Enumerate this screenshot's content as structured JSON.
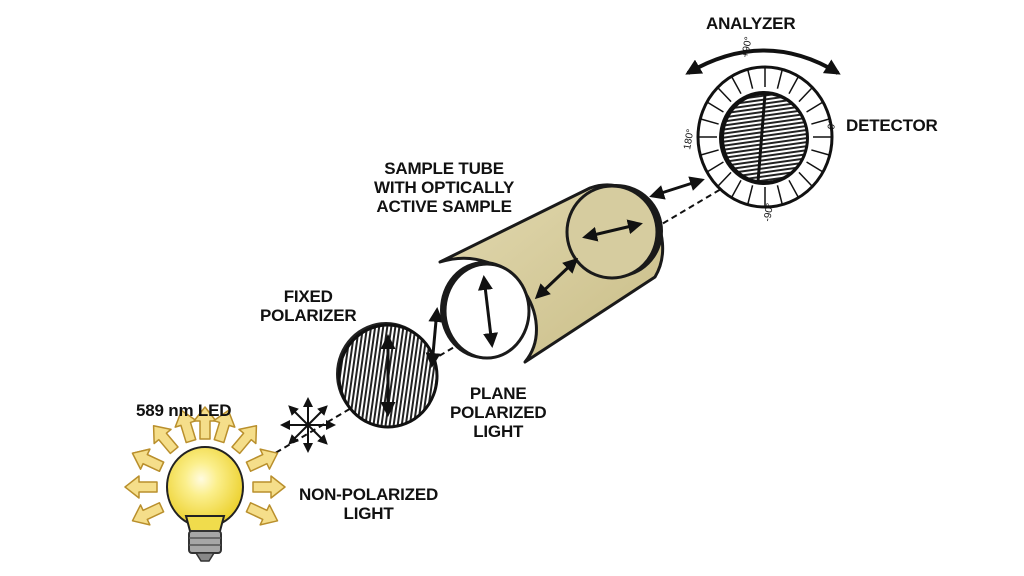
{
  "labels": {
    "analyzer": "ANALYZER",
    "detector": "DETECTOR",
    "sample_tube": [
      "SAMPLE TUBE",
      "WITH OPTICALLY",
      "ACTIVE SAMPLE"
    ],
    "fixed_polarizer": [
      "FIXED",
      "POLARIZER"
    ],
    "plane_polarized_light": [
      "PLANE",
      "POLARIZED",
      "LIGHT"
    ],
    "led": "589 nm LED",
    "non_polarized_light": [
      "NON-POLARIZED",
      "LIGHT"
    ]
  },
  "dial": {
    "plus90": "+90°",
    "zero": "0°",
    "minus90": "-90°",
    "deg180": "180°"
  },
  "colors": {
    "tube_fill": "#d6cc9f",
    "tube_stroke": "#1a1a1a",
    "bulb_glass": "#f4e257",
    "ray_fill": "#f5de8a",
    "ray_stroke": "#b98f2c",
    "screw": "#a6a6a6"
  }
}
